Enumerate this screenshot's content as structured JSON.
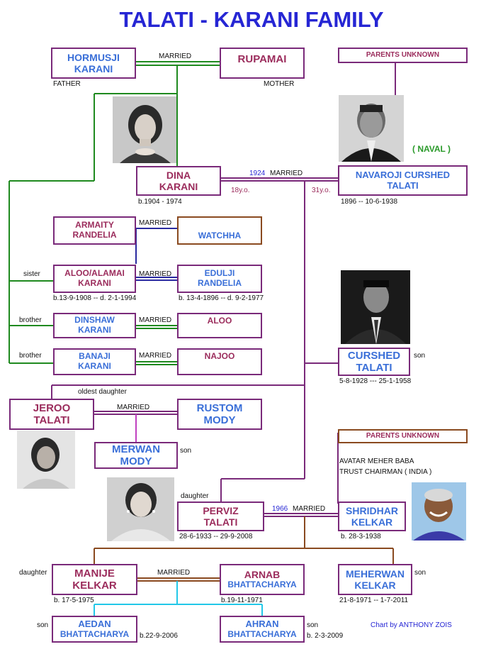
{
  "title": "TALATI - KARANI  FAMILY",
  "colors": {
    "title": "#2626d4",
    "name_blue": "#3a6fd8",
    "name_plum": "#9b2c5c",
    "border_purple": "#7a2a7a",
    "border_brown": "#8a4a20",
    "line_green": "#1f8a1f",
    "line_purple": "#7a2a7a",
    "line_blue": "#2a2aa0",
    "line_brown": "#8a4a20",
    "line_magenta": "#c040c0",
    "line_cyan": "#22c8e8"
  },
  "people": {
    "hormusji": {
      "l1": "HORMUSJI",
      "l2": "KARANI",
      "role": "FATHER"
    },
    "rupamai": {
      "l1": "RUPAMAI",
      "role": "MOTHER"
    },
    "parents_unknown_1": {
      "l1": "PARENTS UNKNOWN"
    },
    "naval_note": "( NAVAL )",
    "dina": {
      "l1": "DINA",
      "l2": "KARANI",
      "dates": "b.1904 - 1974",
      "age": "18y.o."
    },
    "navaroji": {
      "l1": "NAVAROJI CURSHED",
      "l2": "TALATI",
      "dates": "1896 -- 10-6-1938",
      "age": "31y.o."
    },
    "marriage_1924": {
      "year": "1924",
      "word": "MARRIED"
    },
    "armaity": {
      "l1": "ARMAITY",
      "l2": "RANDELIA"
    },
    "watchha": {
      "l1": "WATCHHA"
    },
    "aloo_alamai": {
      "l1": "ALOO/ALAMAI",
      "l2": "KARANI",
      "dates": "b.13-9-1908 -- d. 2-1-1994",
      "rel": "sister"
    },
    "edulji": {
      "l1": "EDULJI",
      "l2": "RANDELIA",
      "dates": "b. 13-4-1896 -- d. 9-2-1977"
    },
    "dinshaw": {
      "l1": "DINSHAW",
      "l2": "KARANI",
      "rel": "brother"
    },
    "aloo": {
      "l1": "ALOO"
    },
    "banaji": {
      "l1": "BANAJI",
      "l2": "KARANI",
      "rel": "brother"
    },
    "najoo": {
      "l1": "NAJOO"
    },
    "curshed": {
      "l1": "CURSHED",
      "l2": "TALATI",
      "dates": "5-8-1928 --- 25-1-1958",
      "rel": "son"
    },
    "jeroo": {
      "l1": "JEROO",
      "l2": "TALATI",
      "rel": "oldest daughter"
    },
    "rustom": {
      "l1": "RUSTOM",
      "l2": "MODY"
    },
    "merwan": {
      "l1": "MERWAN",
      "l2": "MODY",
      "rel": "son"
    },
    "parents_unknown_2": {
      "l1": "PARENTS UNKNOWN"
    },
    "avatar_note_1": "AVATAR MEHER BABA",
    "avatar_note_2": "TRUST CHAIRMAN ( INDIA )",
    "perviz": {
      "l1": "PERVIZ",
      "l2": "TALATI",
      "dates": "28-6-1933 -- 29-9-2008",
      "rel": "daughter"
    },
    "shridhar": {
      "l1": "SHRIDHAR",
      "l2": "KELKAR",
      "dates": "b. 28-3-1938"
    },
    "marriage_1966": {
      "year": "1966",
      "word": "MARRIED"
    },
    "manije": {
      "l1": "MANIJE",
      "l2": "KELKAR",
      "dates": "b. 17-5-1975",
      "rel": "daughter"
    },
    "arnab": {
      "l1": "ARNAB",
      "l2": "BHATTACHARYA",
      "dates": "b.19-11-1971"
    },
    "meherwan": {
      "l1": "MEHERWAN",
      "l2": "KELKAR",
      "dates": "21-8-1971 -- 1-7-2011",
      "rel": "son"
    },
    "aedan": {
      "l1": "AEDAN",
      "l2": "BHATTACHARYA",
      "dates": "b.22-9-2006",
      "rel": "son"
    },
    "ahran": {
      "l1": "AHRAN",
      "l2": "BHATTACHARYA",
      "dates": "b. 2-3-2009",
      "rel": "son"
    }
  },
  "married_word": "MARRIED",
  "credit": "Chart by ANTHONY ZOIS"
}
